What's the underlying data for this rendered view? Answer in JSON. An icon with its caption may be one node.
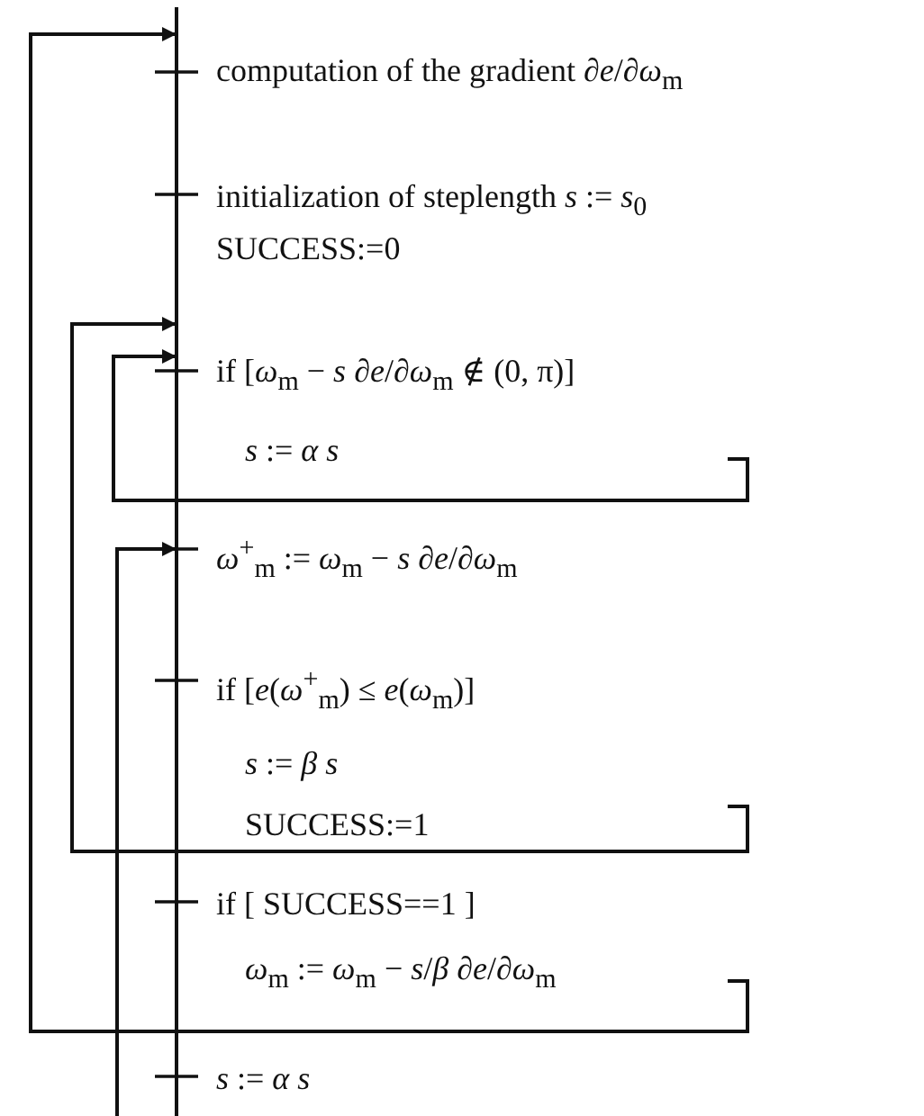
{
  "diagram": {
    "nodes": [
      {
        "text": [
          "computation of the gradient ∂*e*/∂*ω*$_{m}$"
        ]
      },
      {
        "text": [
          "initialization of steplength *s* := *s*$_{0}$",
          "SUCCESS:=0"
        ]
      },
      {
        "text": [
          "if [*ω*$_{m}$ − *s* ∂*e*/∂*ω*$_{m}$ ∉ (0, π)]",
          "*s* := *α s*"
        ]
      },
      {
        "text": [
          "*ω*$^{+}$$_{m}$ := *ω*$_{m}$ − *s* ∂*e*/∂*ω*$_{m}$"
        ]
      },
      {
        "text": [
          "if [*e*(*ω*$^{+}$$_{m}$) ≤ *e*(*ω*$_{m}$)]",
          "*s* := *β s*",
          "SUCCESS:=1"
        ]
      },
      {
        "text": [
          "if [ SUCCESS==1 ]",
          "*ω*$_{m}$ := *ω*$_{m}$ − *s*/*β* ∂*e*/∂*ω*$_{m}$"
        ]
      },
      {
        "text": [
          "*s* := *α s*"
        ]
      }
    ],
    "edges": [
      {
        "from": 5,
        "to": 0,
        "arrow": "to"
      },
      {
        "from": 4,
        "to": 2,
        "arrow": "to"
      },
      {
        "from": 2,
        "to": 2,
        "arrow": "to"
      },
      {
        "from": null,
        "to": 3,
        "arrow": "to"
      }
    ]
  }
}
